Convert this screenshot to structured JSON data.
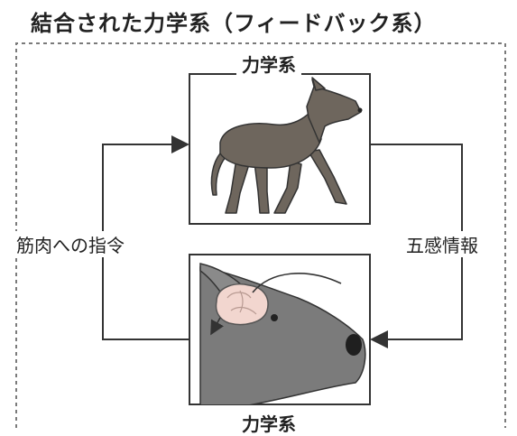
{
  "diagram": {
    "title": "結合された力学系（フィードバック系）",
    "top_box_label": "力学系",
    "bottom_box_label": "力学系",
    "left_arrow_label": "筋肉への指令",
    "right_arrow_label": "五感情報"
  },
  "colors": {
    "dog_body": "#6e665d",
    "dog_head": "#7b7b7b",
    "brain": "#f2d6cf",
    "outline": "#333333",
    "dashed_frame": "#7a7a7a"
  },
  "icons": {
    "top_figure": "walking-dog-illustration",
    "bottom_figure": "dog-head-with-brain-illustration"
  }
}
